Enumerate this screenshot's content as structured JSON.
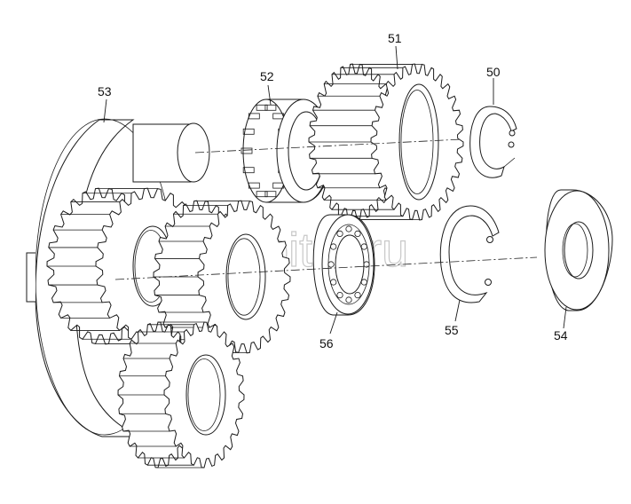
{
  "callouts": {
    "p50": "50",
    "p51": "51",
    "p52": "52",
    "p53": "53",
    "p54": "54",
    "p55": "55",
    "p56": "56"
  },
  "watermark": "autopiter.ru",
  "colors": {
    "line": "#1a1a1a",
    "watermark": "#c8c8c8",
    "background": "#ffffff"
  }
}
